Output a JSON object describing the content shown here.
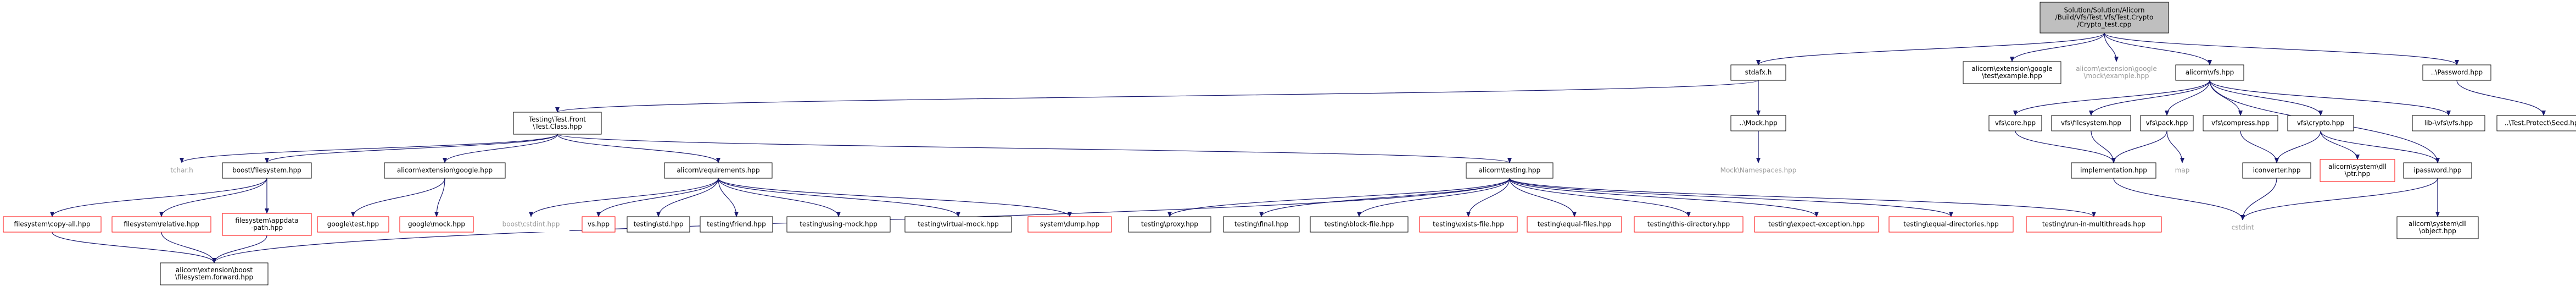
{
  "colors": {
    "edge": "#191970",
    "box_border_black": "#000000",
    "box_border_red": "#ff0000",
    "box_border_gray": "#bfbfbf",
    "root_fill": "#bfbfbf",
    "box_fill": "#ffffff"
  },
  "nodes": [
    {
      "id": "root",
      "style": "root",
      "lines": [
        "Solution/Solution/Alicorn",
        "/Build/Vfs/Test.Vfs/Test.Crypto",
        "/Crypto_test.cpp"
      ]
    },
    {
      "id": "stdafx",
      "style": "black",
      "lines": [
        "stdafx.h"
      ]
    },
    {
      "id": "gtest_example",
      "style": "black",
      "lines": [
        "alicorn\\extension\\google",
        "\\test\\example.hpp"
      ]
    },
    {
      "id": "gmock_example",
      "style": "gray",
      "lines": [
        "alicorn\\extension\\google",
        "\\mock\\example.hpp"
      ]
    },
    {
      "id": "vfs",
      "style": "black",
      "lines": [
        "alicorn\\vfs.hpp"
      ]
    },
    {
      "id": "password",
      "style": "black",
      "lines": [
        "..\\Password.hpp"
      ]
    },
    {
      "id": "testing_front",
      "style": "black",
      "lines": [
        "Testing\\Test.Front",
        "\\Test.Class.hpp"
      ]
    },
    {
      "id": "mock",
      "style": "black",
      "lines": [
        "..\\Mock.hpp"
      ]
    },
    {
      "id": "mock_ns",
      "style": "gray",
      "lines": [
        "Mock\\Namespaces.hpp"
      ]
    },
    {
      "id": "tchar",
      "style": "gray",
      "lines": [
        "tchar.h"
      ]
    },
    {
      "id": "boost_fs",
      "style": "black",
      "lines": [
        "boost\\filesystem.hpp"
      ]
    },
    {
      "id": "ext_google",
      "style": "black",
      "lines": [
        "alicorn\\extension\\google.hpp"
      ]
    },
    {
      "id": "requirements",
      "style": "black",
      "lines": [
        "alicorn\\requirements.hpp"
      ]
    },
    {
      "id": "testing",
      "style": "black",
      "lines": [
        "alicorn\\testing.hpp"
      ]
    },
    {
      "id": "vfs_core",
      "style": "black",
      "lines": [
        "vfs\\core.hpp"
      ]
    },
    {
      "id": "vfs_filesystem",
      "style": "black",
      "lines": [
        "vfs\\filesystem.hpp"
      ]
    },
    {
      "id": "vfs_pack",
      "style": "black",
      "lines": [
        "vfs\\pack.hpp"
      ]
    },
    {
      "id": "vfs_compress",
      "style": "black",
      "lines": [
        "vfs\\compress.hpp"
      ]
    },
    {
      "id": "vfs_crypto",
      "style": "black",
      "lines": [
        "vfs\\crypto.hpp"
      ]
    },
    {
      "id": "lib_vfs",
      "style": "black",
      "lines": [
        "lib-\\vfs\\vfs.hpp"
      ]
    },
    {
      "id": "test_protect_seed",
      "style": "black",
      "lines": [
        "..\\Test.Protect\\Seed.hpp"
      ]
    },
    {
      "id": "implementation",
      "style": "black",
      "lines": [
        "implementation.hpp"
      ]
    },
    {
      "id": "map",
      "style": "gray",
      "lines": [
        "map"
      ]
    },
    {
      "id": "iconverter",
      "style": "black",
      "lines": [
        "iconverter.hpp"
      ]
    },
    {
      "id": "system_dll_ptr",
      "style": "red",
      "lines": [
        "alicorn\\system\\dll",
        "\\ptr.hpp"
      ]
    },
    {
      "id": "ipassword",
      "style": "black",
      "lines": [
        "ipassword.hpp"
      ]
    },
    {
      "id": "cstdint",
      "style": "gray",
      "lines": [
        "cstdint"
      ]
    },
    {
      "id": "system_dll_object",
      "style": "black",
      "lines": [
        "alicorn\\system\\dll",
        "\\object.hpp"
      ]
    },
    {
      "id": "fs_copy_all",
      "style": "red",
      "lines": [
        "filesystem\\copy-all.hpp"
      ]
    },
    {
      "id": "fs_relative",
      "style": "red",
      "lines": [
        "filesystem\\relative.hpp"
      ]
    },
    {
      "id": "fs_appdata",
      "style": "red",
      "lines": [
        "filesystem\\appdata",
        "-path.hpp"
      ]
    },
    {
      "id": "google_test",
      "style": "red",
      "lines": [
        "google\\test.hpp"
      ]
    },
    {
      "id": "google_mock",
      "style": "red",
      "lines": [
        "google\\mock.hpp"
      ]
    },
    {
      "id": "boost_cstdint",
      "style": "gray",
      "lines": [
        "boost\\cstdint.hpp"
      ]
    },
    {
      "id": "vs",
      "style": "red",
      "lines": [
        "vs.hpp"
      ]
    },
    {
      "id": "testing_std",
      "style": "black",
      "lines": [
        "testing\\std.hpp"
      ]
    },
    {
      "id": "testing_friend",
      "style": "black",
      "lines": [
        "testing\\friend.hpp"
      ]
    },
    {
      "id": "testing_using_mock",
      "style": "black",
      "lines": [
        "testing\\using-mock.hpp"
      ]
    },
    {
      "id": "testing_virtual_mock",
      "style": "black",
      "lines": [
        "testing\\virtual-mock.hpp"
      ]
    },
    {
      "id": "system_dump",
      "style": "red",
      "lines": [
        "system\\dump.hpp"
      ]
    },
    {
      "id": "testing_proxy",
      "style": "black",
      "lines": [
        "testing\\proxy.hpp"
      ]
    },
    {
      "id": "testing_final",
      "style": "black",
      "lines": [
        "testing\\final.hpp"
      ]
    },
    {
      "id": "testing_block_file",
      "style": "black",
      "lines": [
        "testing\\block-file.hpp"
      ]
    },
    {
      "id": "testing_exists_file",
      "style": "red",
      "lines": [
        "testing\\exists-file.hpp"
      ]
    },
    {
      "id": "testing_equal_files",
      "style": "red",
      "lines": [
        "testing\\equal-files.hpp"
      ]
    },
    {
      "id": "testing_this_directory",
      "style": "red",
      "lines": [
        "testing\\this-directory.hpp"
      ]
    },
    {
      "id": "testing_expect_exception",
      "style": "red",
      "lines": [
        "testing\\expect-exception.hpp"
      ]
    },
    {
      "id": "testing_equal_directories",
      "style": "red",
      "lines": [
        "testing\\equal-directories.hpp"
      ]
    },
    {
      "id": "testing_run_multithreads",
      "style": "red",
      "lines": [
        "testing\\run-in-multithreads.hpp"
      ]
    },
    {
      "id": "boost_fs_forward",
      "style": "black",
      "lines": [
        "alicorn\\extension\\boost",
        "\\filesystem.forward.hpp"
      ]
    }
  ],
  "edges": [
    [
      "root",
      "stdafx"
    ],
    [
      "root",
      "gtest_example"
    ],
    [
      "root",
      "gmock_example"
    ],
    [
      "root",
      "vfs"
    ],
    [
      "root",
      "password"
    ],
    [
      "stdafx",
      "testing_front"
    ],
    [
      "stdafx",
      "mock"
    ],
    [
      "mock",
      "mock_ns"
    ],
    [
      "testing_front",
      "tchar"
    ],
    [
      "testing_front",
      "boost_fs"
    ],
    [
      "testing_front",
      "ext_google"
    ],
    [
      "testing_front",
      "requirements"
    ],
    [
      "testing_front",
      "testing"
    ],
    [
      "boost_fs",
      "fs_copy_all"
    ],
    [
      "boost_fs",
      "fs_relative"
    ],
    [
      "boost_fs",
      "fs_appdata"
    ],
    [
      "fs_copy_all",
      "boost_fs_forward"
    ],
    [
      "fs_relative",
      "boost_fs_forward"
    ],
    [
      "fs_appdata",
      "boost_fs_forward"
    ],
    [
      "ext_google",
      "google_test"
    ],
    [
      "ext_google",
      "google_mock"
    ],
    [
      "requirements",
      "boost_cstdint"
    ],
    [
      "requirements",
      "vs"
    ],
    [
      "requirements",
      "testing_std"
    ],
    [
      "requirements",
      "testing_friend"
    ],
    [
      "requirements",
      "testing_using_mock"
    ],
    [
      "requirements",
      "testing_virtual_mock"
    ],
    [
      "requirements",
      "system_dump"
    ],
    [
      "testing",
      "testing_proxy"
    ],
    [
      "testing",
      "testing_final"
    ],
    [
      "testing",
      "testing_block_file"
    ],
    [
      "testing",
      "testing_exists_file"
    ],
    [
      "testing",
      "testing_equal_files"
    ],
    [
      "testing",
      "testing_this_directory"
    ],
    [
      "testing",
      "testing_expect_exception"
    ],
    [
      "testing",
      "testing_equal_directories"
    ],
    [
      "testing",
      "testing_run_multithreads"
    ],
    [
      "testing",
      "boost_fs_forward"
    ],
    [
      "vfs",
      "vfs_core"
    ],
    [
      "vfs",
      "vfs_filesystem"
    ],
    [
      "vfs",
      "vfs_pack"
    ],
    [
      "vfs",
      "vfs_compress"
    ],
    [
      "vfs",
      "vfs_crypto"
    ],
    [
      "vfs",
      "lib_vfs"
    ],
    [
      "vfs",
      "ipassword"
    ],
    [
      "password",
      "test_protect_seed"
    ],
    [
      "vfs_core",
      "implementation"
    ],
    [
      "vfs_filesystem",
      "implementation"
    ],
    [
      "vfs_pack",
      "implementation"
    ],
    [
      "vfs_pack",
      "map"
    ],
    [
      "vfs_compress",
      "iconverter"
    ],
    [
      "vfs_crypto",
      "iconverter"
    ],
    [
      "vfs_crypto",
      "system_dll_ptr"
    ],
    [
      "vfs_crypto",
      "ipassword"
    ],
    [
      "implementation",
      "cstdint"
    ],
    [
      "iconverter",
      "cstdint"
    ],
    [
      "ipassword",
      "cstdint"
    ],
    [
      "ipassword",
      "system_dll_object"
    ]
  ]
}
